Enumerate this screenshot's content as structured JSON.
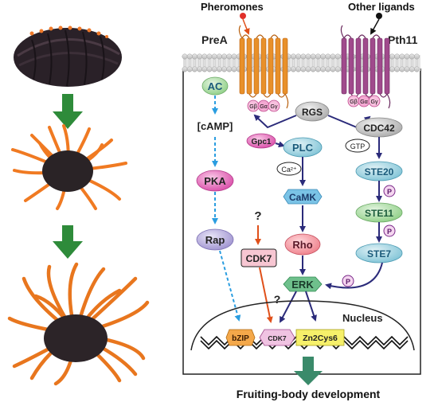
{
  "labels": {
    "pheromones": "Pheromones",
    "other_ligands": "Other ligands",
    "prea": "PreA",
    "pth11": "Pth11",
    "nucleus": "Nucleus",
    "fruiting": "Fruiting-body development",
    "camp": "[cAMP]",
    "ca": "Ca²⁺",
    "question": "?",
    "phospho": "P"
  },
  "g_protein": {
    "b": "Gβ",
    "a": "Gα",
    "g": "Gγ"
  },
  "nodes": {
    "ac": "AC",
    "pka": "PKA",
    "rap": "Rap",
    "rgs": "RGS",
    "gpc1": "Gpc1",
    "plc": "PLC",
    "camk": "CaMK",
    "rho": "Rho",
    "erk": "ERK",
    "cdk7": "CDK7",
    "cdk7_nuc": "CDK7",
    "bzip": "bZIP",
    "zn2cys6": "Zn2Cys6",
    "cdc42": "CDC42",
    "gtp": "GTP",
    "ste20": "STE20",
    "ste11": "STE11",
    "ste7": "STE7"
  },
  "colors": {
    "green_arrow": "#2e8b3a",
    "prea_orange": "#e8902a",
    "pth11_purple": "#a04a8c",
    "navy": "#2b2b7a",
    "blue_dash": "#2a9de0",
    "red_orange": "#e0501a",
    "teal": "#3a8a6a"
  }
}
